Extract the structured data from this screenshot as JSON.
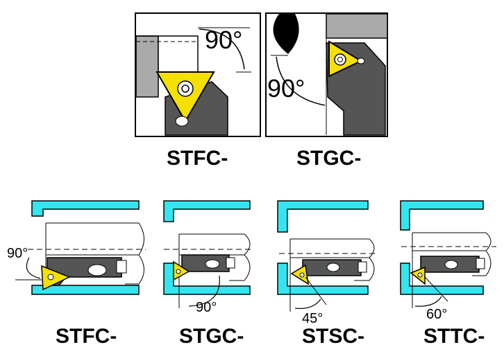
{
  "top_panels": [
    {
      "caption": "STFC-",
      "angle": "90°"
    },
    {
      "caption": "STGC-",
      "angle": "90°"
    }
  ],
  "bottom_panels": [
    {
      "caption": "STFC-",
      "angle": "90°"
    },
    {
      "caption": "STGC-",
      "angle": "90°"
    },
    {
      "caption": "STSC-",
      "angle": "45°"
    },
    {
      "caption": "STTC-",
      "angle": "60°"
    }
  ],
  "colors": {
    "insert": "#f5e000",
    "holder": "#555555",
    "shank": "#aaaaaa",
    "clamp_cyan": "#33e5ee",
    "outline": "#000000"
  }
}
